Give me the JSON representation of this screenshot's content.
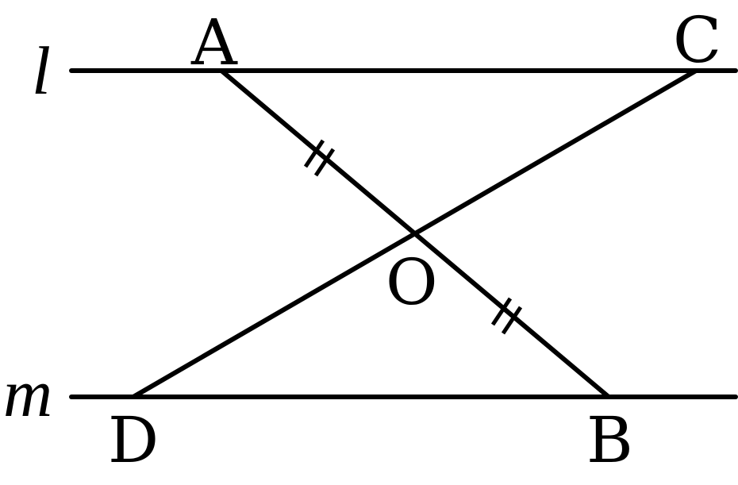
{
  "figure": {
    "lines": {
      "l": "l",
      "m": "m"
    },
    "points": {
      "A": "A",
      "C": "C",
      "O": "O",
      "D": "D",
      "B": "B"
    },
    "marks": {
      "AO": "double-tick",
      "OB": "double-tick"
    },
    "stroke_color": "#000000",
    "background_color": "#ffffff"
  }
}
